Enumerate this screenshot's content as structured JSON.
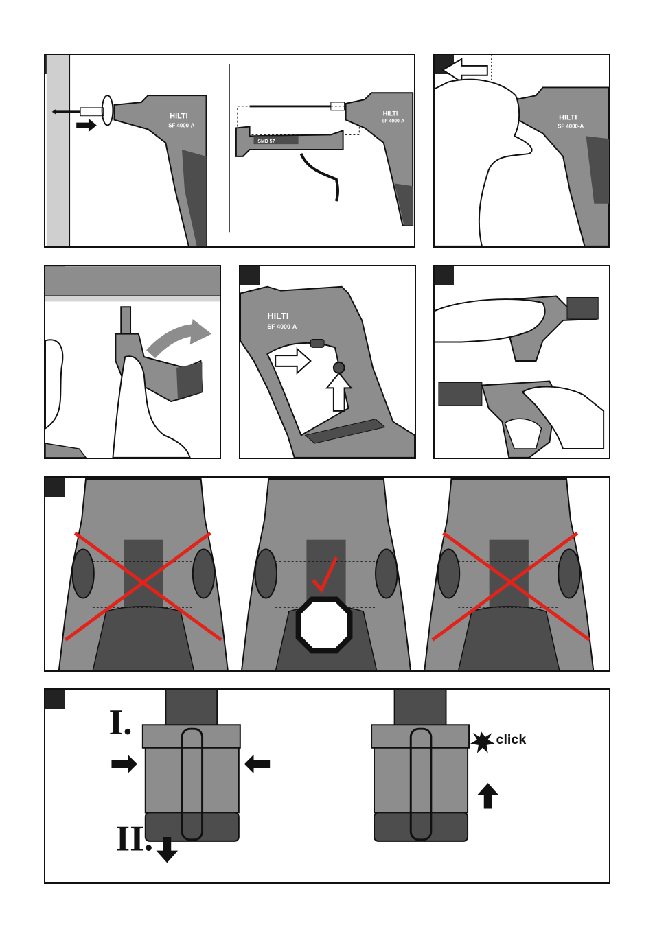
{
  "brand": {
    "logo": "HILTI",
    "model": "SF 4000-A",
    "magazine": "SMD 57"
  },
  "labels": {
    "step_one": "I.",
    "step_two": "II.",
    "click": "click"
  },
  "colors": {
    "tool_body": "#8d8d8d",
    "tool_dark": "#4d4d4d",
    "cross": "#e2231a",
    "check": "#e2231a"
  },
  "panels": [
    {
      "id": "p1",
      "icon": "screw-bit-insertion"
    },
    {
      "id": "p2",
      "icon": "bit-holder-removal"
    },
    {
      "id": "p3",
      "icon": "overhead-use"
    },
    {
      "id": "p4",
      "icon": "forward-reverse-switch"
    },
    {
      "id": "p5",
      "icon": "switch-hand-positions"
    },
    {
      "id": "p6",
      "icon": "bit-alignment",
      "marks": [
        "wrong",
        "correct",
        "wrong"
      ]
    },
    {
      "id": "p7",
      "icon": "battery-removal-insertion"
    }
  ]
}
